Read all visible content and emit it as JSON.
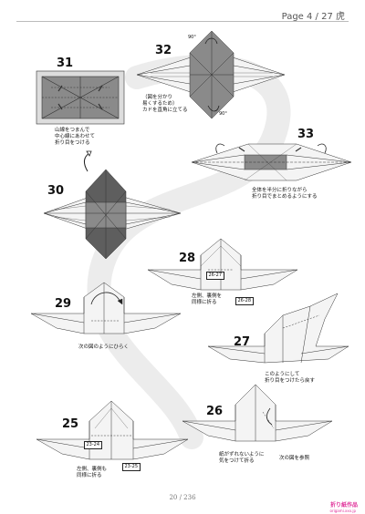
{
  "header": {
    "page_label": "Page 4 / 27 虎"
  },
  "footer": {
    "page_number": "20 / 236"
  },
  "watermark": {
    "logo": "折り紙作品",
    "url": "origami.xxx.jp"
  },
  "steps": {
    "s31": {
      "num": "31",
      "note": "山線をつまんで\n中心線にあわせて\n折り目をつける"
    },
    "s32": {
      "num": "32",
      "note": "（図を分かり\n易くするため）\nカドを直角に立てる",
      "angle_top": "90°",
      "angle_bottom": "90°"
    },
    "s33": {
      "num": "33",
      "note": "全体を半分に折りながら\n折り目でまとめるようにする"
    },
    "s30": {
      "num": "30"
    },
    "s28": {
      "num": "28",
      "note": "左側、裏側を\n同様に折る",
      "ref_a": "26-27",
      "ref_b": "26-28"
    },
    "s29": {
      "num": "29",
      "note": "次の図のようにひらく"
    },
    "s27": {
      "num": "27",
      "note": "このようにして\n折り目をつけたら戻す"
    },
    "s26": {
      "num": "26",
      "note": "紙がずれないように\n気をつけて折る",
      "note2": "次の図を参照"
    },
    "s25": {
      "num": "25",
      "note": "左側、裏側も\n同様に折る",
      "ref_a": "23-24",
      "ref_b": "23-25"
    }
  },
  "colors": {
    "paper_shade": "#8a8a8a",
    "paper_dark": "#5e5e5e",
    "line": "#333333",
    "watermark": "#e0309a",
    "bg_swirl": "#ececec"
  }
}
